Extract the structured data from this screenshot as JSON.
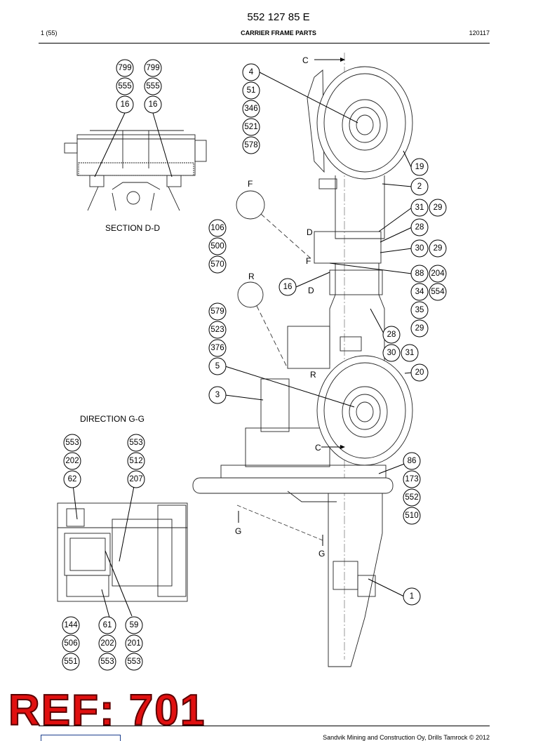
{
  "header": {
    "doc_number": "552 127 85 E",
    "page": "1 (55)",
    "section": "CARRIER FRAME PARTS",
    "date_code": "120117"
  },
  "labels": {
    "section_dd": "SECTION D-D",
    "direction_gg": "DIRECTION G-G",
    "view_c_top": "C",
    "view_c_bottom": "C",
    "view_d_top": "D",
    "view_d_bottom": "D",
    "view_f_top": "F",
    "view_f_bottom": "F",
    "view_r_top": "R",
    "view_r_bottom": "R",
    "view_g_left": "G",
    "view_g_right": "G"
  },
  "balloons": [
    {
      "id": "b1",
      "label": "799"
    },
    {
      "id": "b2",
      "label": "555"
    },
    {
      "id": "b3",
      "label": "16"
    },
    {
      "id": "b4",
      "label": "799"
    },
    {
      "id": "b5",
      "label": "555"
    },
    {
      "id": "b6",
      "label": "16"
    },
    {
      "id": "b7",
      "label": "4"
    },
    {
      "id": "b8",
      "label": "51"
    },
    {
      "id": "b9",
      "label": "346"
    },
    {
      "id": "b10",
      "label": "521"
    },
    {
      "id": "b11",
      "label": "578"
    },
    {
      "id": "b12",
      "label": "19"
    },
    {
      "id": "b13",
      "label": "2"
    },
    {
      "id": "b14",
      "label": "31"
    },
    {
      "id": "b15",
      "label": "29"
    },
    {
      "id": "b16",
      "label": "28"
    },
    {
      "id": "b17",
      "label": "30"
    },
    {
      "id": "b18",
      "label": "29"
    },
    {
      "id": "b19",
      "label": "88"
    },
    {
      "id": "b20",
      "label": "204"
    },
    {
      "id": "b21",
      "label": "34"
    },
    {
      "id": "b22",
      "label": "554"
    },
    {
      "id": "b23",
      "label": "35"
    },
    {
      "id": "b24",
      "label": "29"
    },
    {
      "id": "b25",
      "label": "28"
    },
    {
      "id": "b26",
      "label": "30"
    },
    {
      "id": "b27",
      "label": "31"
    },
    {
      "id": "b28",
      "label": "20"
    },
    {
      "id": "b29",
      "label": "106"
    },
    {
      "id": "b30",
      "label": "500"
    },
    {
      "id": "b31",
      "label": "570"
    },
    {
      "id": "b32",
      "label": "16"
    },
    {
      "id": "b33",
      "label": "579"
    },
    {
      "id": "b34",
      "label": "523"
    },
    {
      "id": "b35",
      "label": "376"
    },
    {
      "id": "b36",
      "label": "5"
    },
    {
      "id": "b37",
      "label": "3"
    },
    {
      "id": "b38",
      "label": "553"
    },
    {
      "id": "b39",
      "label": "202"
    },
    {
      "id": "b40",
      "label": "62"
    },
    {
      "id": "b41",
      "label": "553"
    },
    {
      "id": "b42",
      "label": "512"
    },
    {
      "id": "b43",
      "label": "207"
    },
    {
      "id": "b44",
      "label": "86"
    },
    {
      "id": "b45",
      "label": "173"
    },
    {
      "id": "b46",
      "label": "552"
    },
    {
      "id": "b47",
      "label": "510"
    },
    {
      "id": "b48",
      "label": "1"
    },
    {
      "id": "b49",
      "label": "144"
    },
    {
      "id": "b50",
      "label": "506"
    },
    {
      "id": "b51",
      "label": "551"
    },
    {
      "id": "b52",
      "label": "61"
    },
    {
      "id": "b53",
      "label": "202"
    },
    {
      "id": "b54",
      "label": "553"
    },
    {
      "id": "b55",
      "label": "59"
    },
    {
      "id": "b56",
      "label": "201"
    },
    {
      "id": "b57",
      "label": "553"
    }
  ],
  "footer": {
    "ref_stamp": "REF: 701",
    "copyright": "Sandvik Mining and Construction Oy, Drills Tamrock © 2012"
  },
  "colors": {
    "stamp_red": "#e01010",
    "ink": "#000000",
    "logo_blue": "#1a3e8c"
  }
}
